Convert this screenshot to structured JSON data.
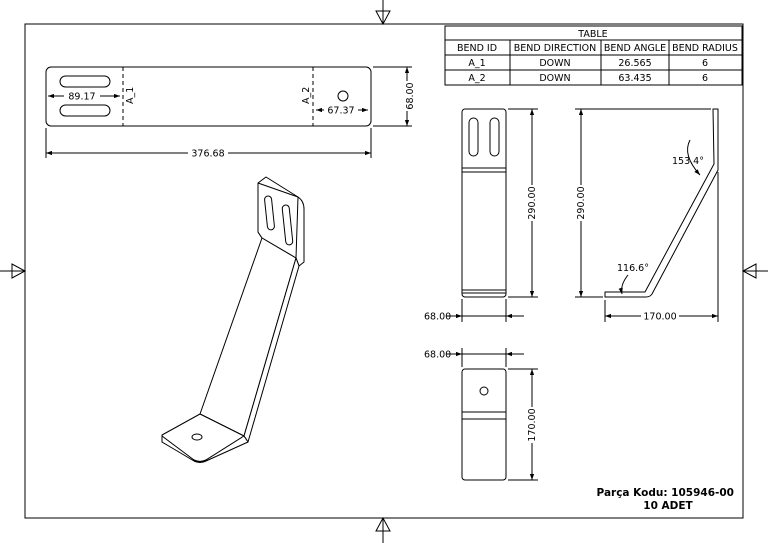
{
  "bend_table": {
    "title": "TABLE",
    "headers": [
      "BEND ID",
      "BEND DIRECTION",
      "BEND ANGLE",
      "BEND RADIUS"
    ],
    "rows": [
      [
        "A_1",
        "DOWN",
        "26.565",
        "6"
      ],
      [
        "A_2",
        "DOWN",
        "63.435",
        "6"
      ]
    ]
  },
  "flat_pattern": {
    "overall_length": "376.68",
    "width": "68.00",
    "slot_offset": "89.17",
    "hole_offset": "67.37",
    "bend_label_1": "A_1",
    "bend_label_2": "A_2"
  },
  "front_view": {
    "width": "68.00",
    "height": "290.00"
  },
  "side_view": {
    "height": "290.00",
    "depth": "170.00",
    "angle_top": "153.4°",
    "angle_bottom": "116.6°"
  },
  "bottom_view": {
    "width": "68.00",
    "depth": "170.00"
  },
  "title_block": {
    "part_code": "Parça Kodu: 105946-00",
    "quantity": "10 ADET"
  }
}
